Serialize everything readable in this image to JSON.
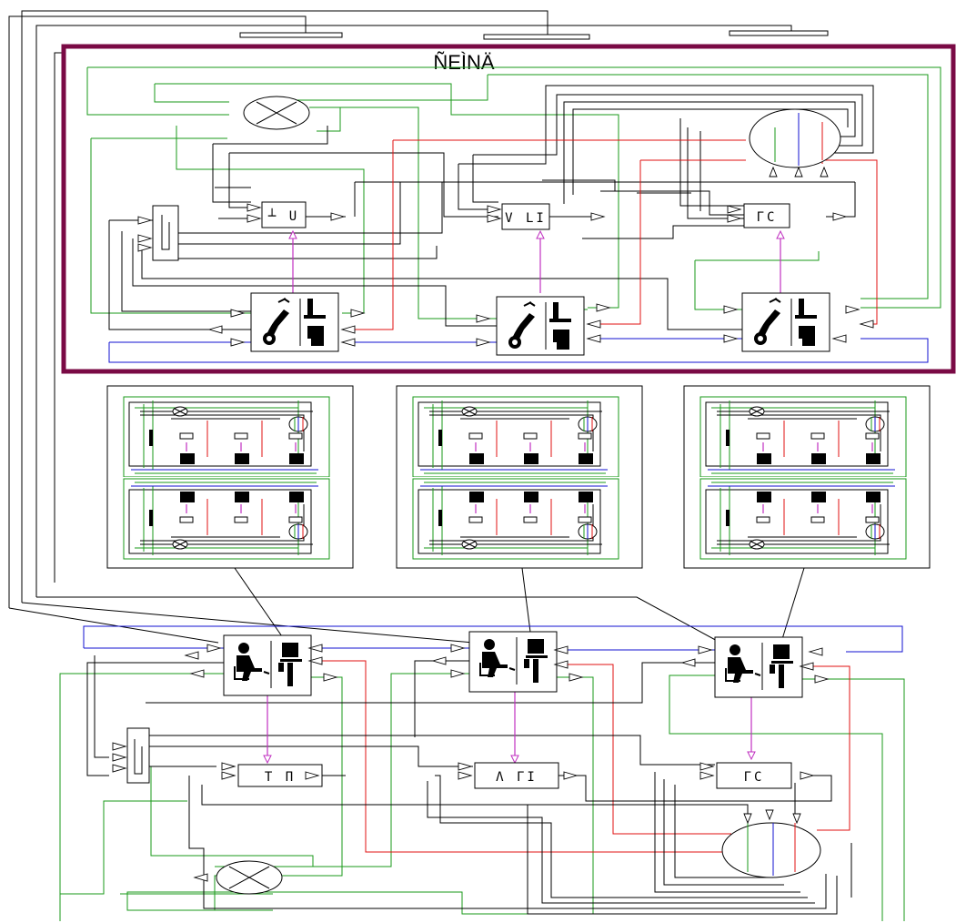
{
  "diagram": {
    "title": "ÑEÌNÄ",
    "colors": {
      "green": "#1a9a1a",
      "black": "#000000",
      "red": "#e01010",
      "blue": "#1010d0",
      "magenta": "#c030c0",
      "frame": "#7a0a45"
    },
    "top_blocks": [
      {
        "label": "┴ U",
        "icon": "robot-arm-icon"
      },
      {
        "label": "V LI",
        "icon": "robot-arm-icon"
      },
      {
        "label": "ГС",
        "icon": "robot-arm-icon"
      }
    ],
    "bottom_blocks": [
      {
        "label": "T П",
        "icon": "operator-workstation-icon"
      },
      {
        "label": "Λ ГI",
        "icon": "operator-workstation-icon"
      },
      {
        "label": "ГС",
        "icon": "operator-workstation-icon"
      }
    ]
  }
}
